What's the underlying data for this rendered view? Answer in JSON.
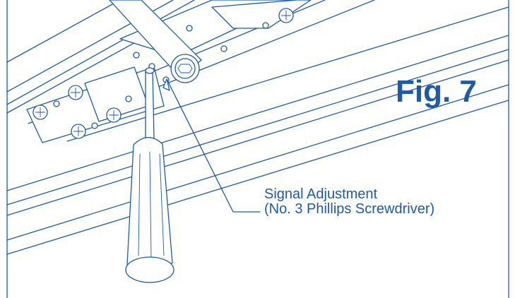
{
  "figure": {
    "label": "Fig. 7"
  },
  "callout": {
    "line1": "Signal Adjustment",
    "line2": "(No. 3 Phillips Screwdriver)"
  },
  "colors": {
    "ink": "#1f5aa6",
    "background": "#ffffff"
  },
  "icons": {
    "tool": "phillips-screwdriver-icon",
    "fastener": "phillips-screw-icon"
  }
}
